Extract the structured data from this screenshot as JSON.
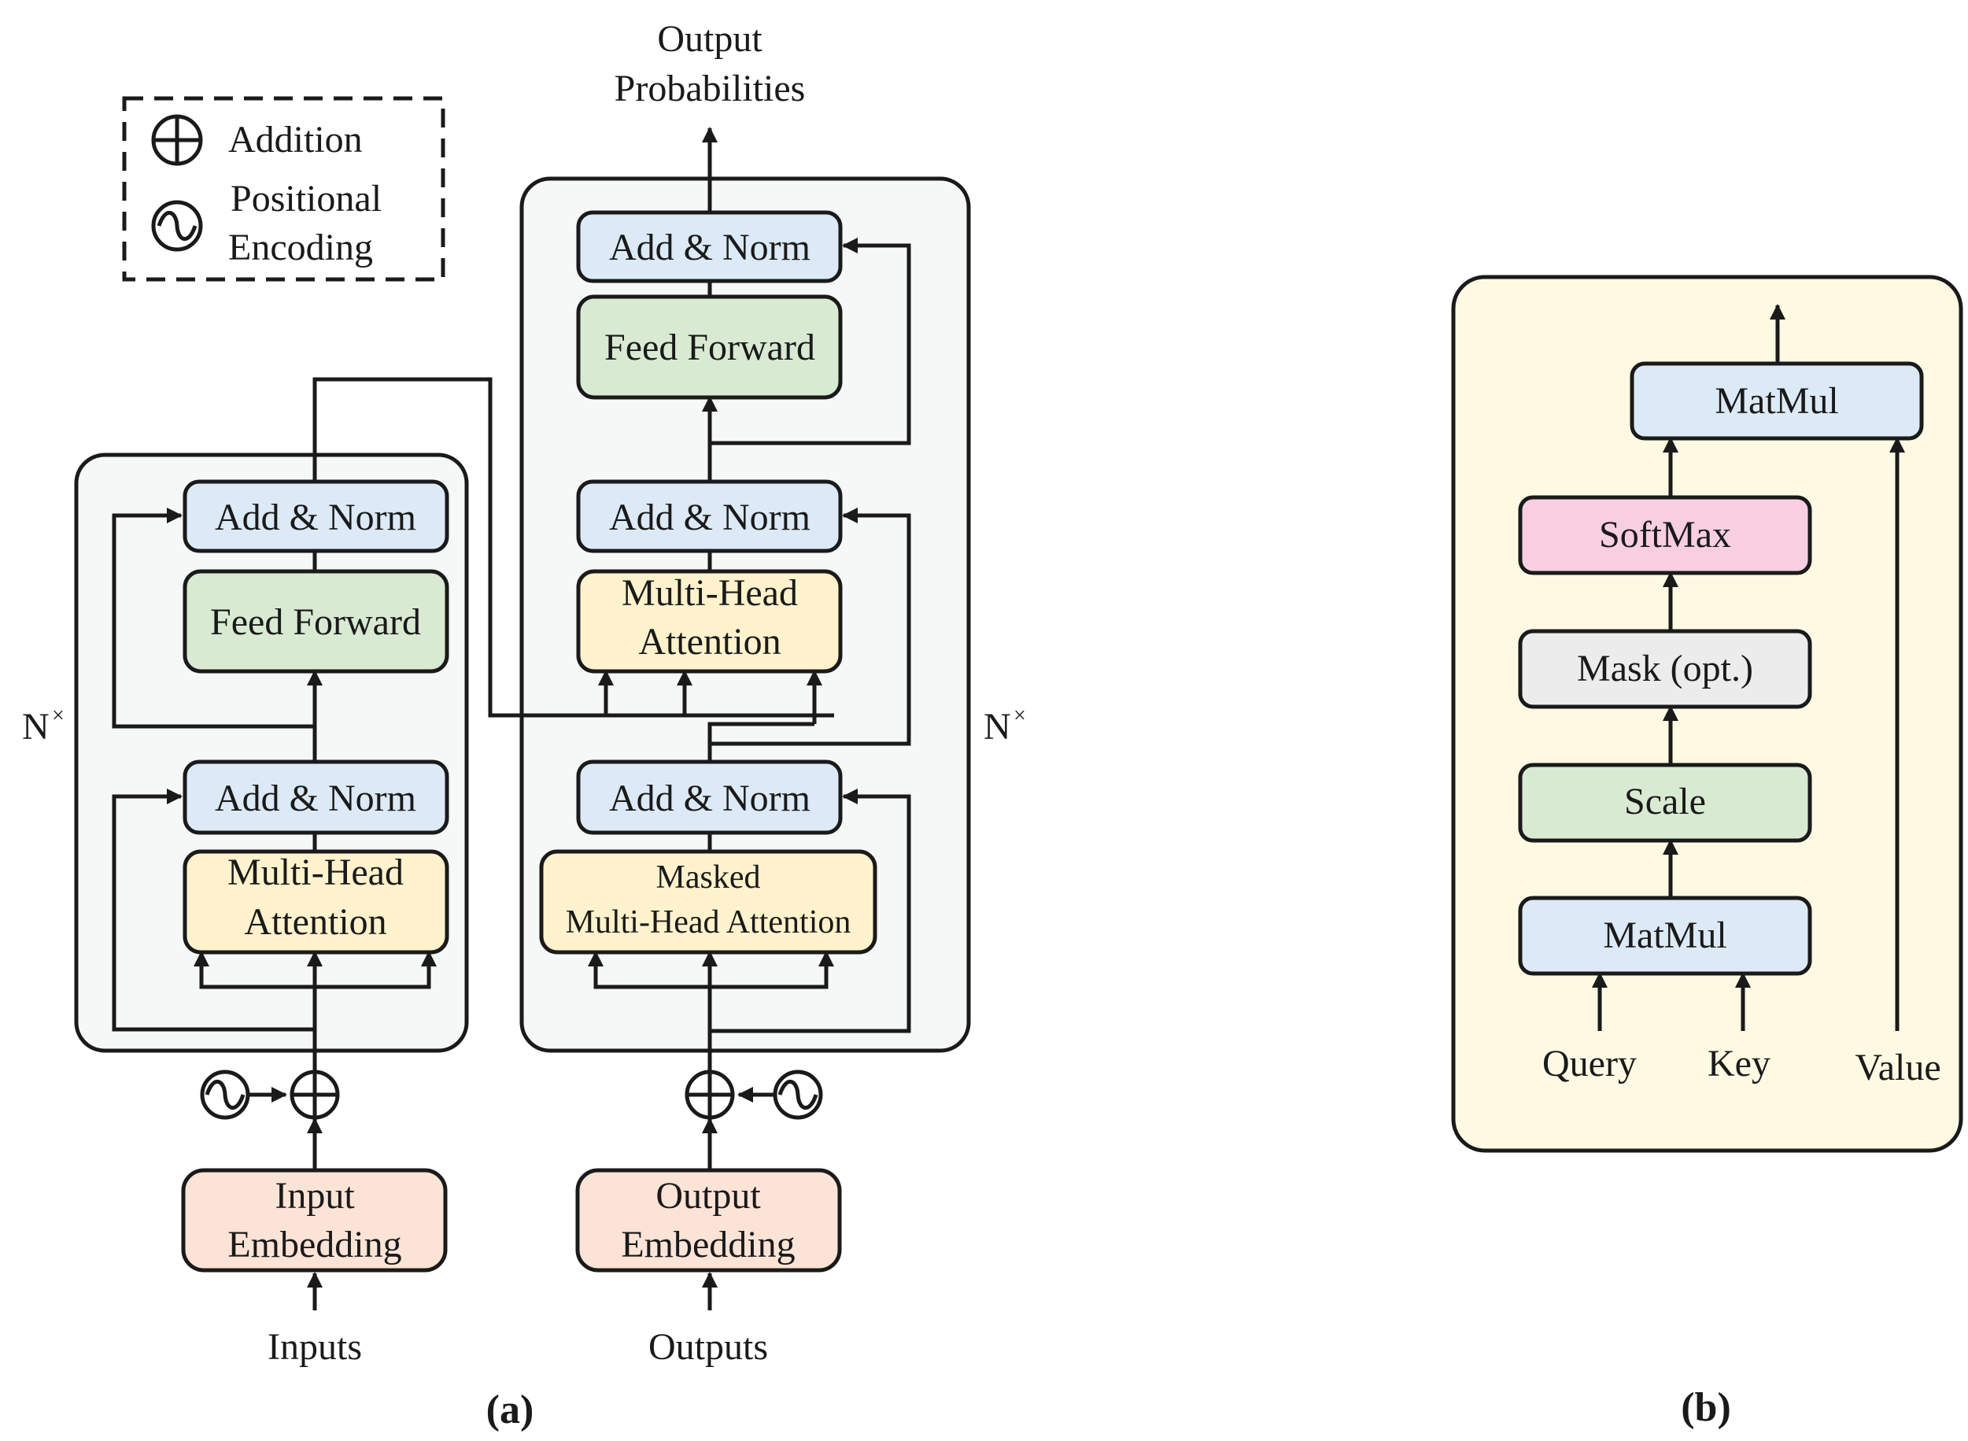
{
  "legend": {
    "addition": "Addition",
    "positional_line1": "Positional",
    "positional_line2": "Encoding"
  },
  "encoder": {
    "add_norm_top": "Add & Norm",
    "feed_forward": "Feed Forward",
    "add_norm_bottom": "Add & Norm",
    "attention_line1": "Multi-Head",
    "attention_line2": "Attention",
    "nx": "N",
    "nx_sup": "×",
    "embedding_line1": "Input",
    "embedding_line2": "Embedding",
    "input_label": "Inputs"
  },
  "decoder": {
    "output_label_line1": "Output",
    "output_label_line2": "Probabilities",
    "add_norm_top": "Add & Norm",
    "feed_forward": "Feed Forward",
    "add_norm_middle": "Add & Norm",
    "cross_attention_line1": "Multi-Head",
    "cross_attention_line2": "Attention",
    "add_norm_bottom": "Add & Norm",
    "masked_line1": "Masked",
    "masked_line2": "Multi-Head Attention",
    "nx": "N",
    "nx_sup": "×",
    "embedding_line1": "Output",
    "embedding_line2": "Embedding",
    "input_label": "Outputs"
  },
  "attention_detail": {
    "matmul_top": "MatMul",
    "softmax": "SoftMax",
    "mask": "Mask (opt.)",
    "scale": "Scale",
    "matmul_bottom": "MatMul",
    "query": "Query",
    "key": "Key",
    "value": "Value"
  },
  "captions": {
    "a": "(a)",
    "b": "(b)"
  },
  "colors": {
    "add_norm": "#dce9f6",
    "feed_forward": "#d9ead3",
    "attention": "#fff2cc",
    "embedding": "#fbe3d6",
    "softmax": "#f8cfe0",
    "mask": "#ececec",
    "panel": "#f6f8f8",
    "detail_panel": "#fdf9e3"
  }
}
